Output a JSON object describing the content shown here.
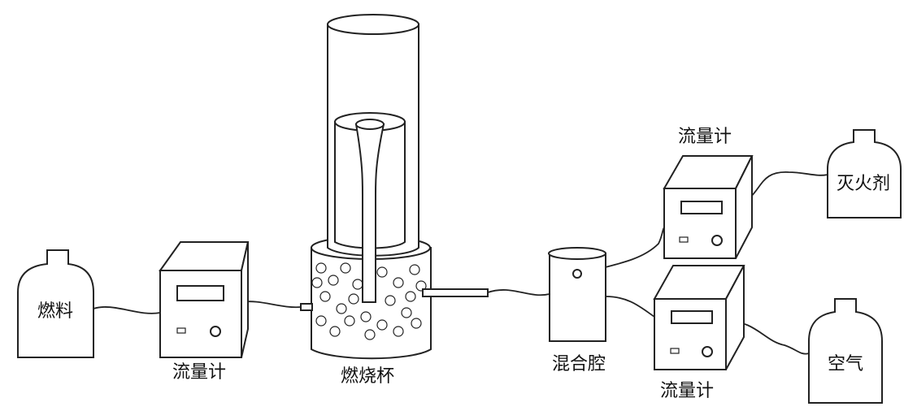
{
  "labels": {
    "fuel": "燃料",
    "flowmeter_fuel": "流量计",
    "cup_burner": "燃烧杯",
    "mixing_chamber": "混合腔",
    "flowmeter_agent": "流量计",
    "flowmeter_air": "流量计",
    "extinguishing_agent": "灭火剂",
    "air": "空气"
  }
}
